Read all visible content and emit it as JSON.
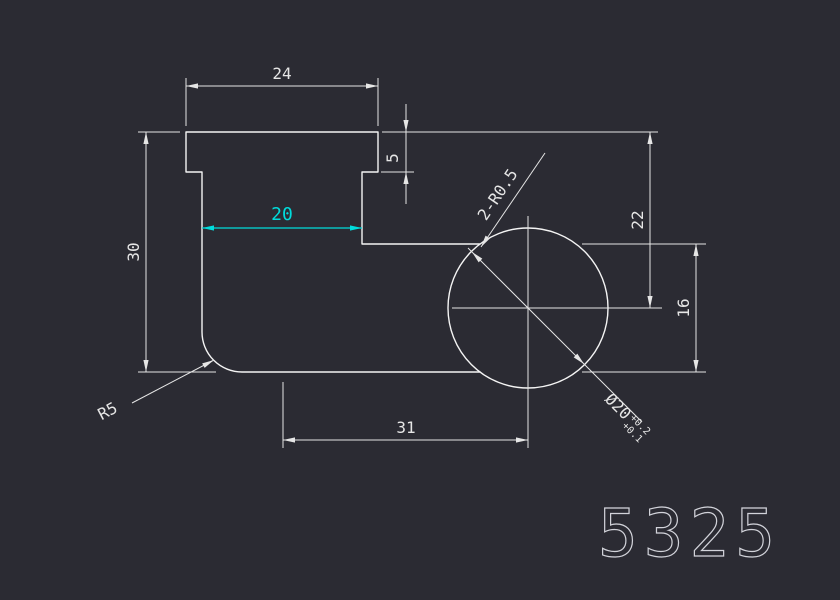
{
  "colors": {
    "background": "#2b2b33",
    "outline": "#f4f4f4",
    "dimension": "#e6e6e6",
    "accent": "#00dcdc",
    "partnum": "#d2d3da"
  },
  "drawing": {
    "part_number": "5325",
    "dimensions": {
      "top_width": "24",
      "flange_thickness": "5",
      "slot_width": "20",
      "overall_height": "30",
      "center_height": "22",
      "lower_height": "16",
      "center_offset": "31"
    },
    "annotations": {
      "fillet": "2-R0.5",
      "corner_radius": "R5",
      "hole_diameter": "Ø20",
      "tolerance_upper": "+0.2",
      "tolerance_lower": "+0.1"
    }
  }
}
